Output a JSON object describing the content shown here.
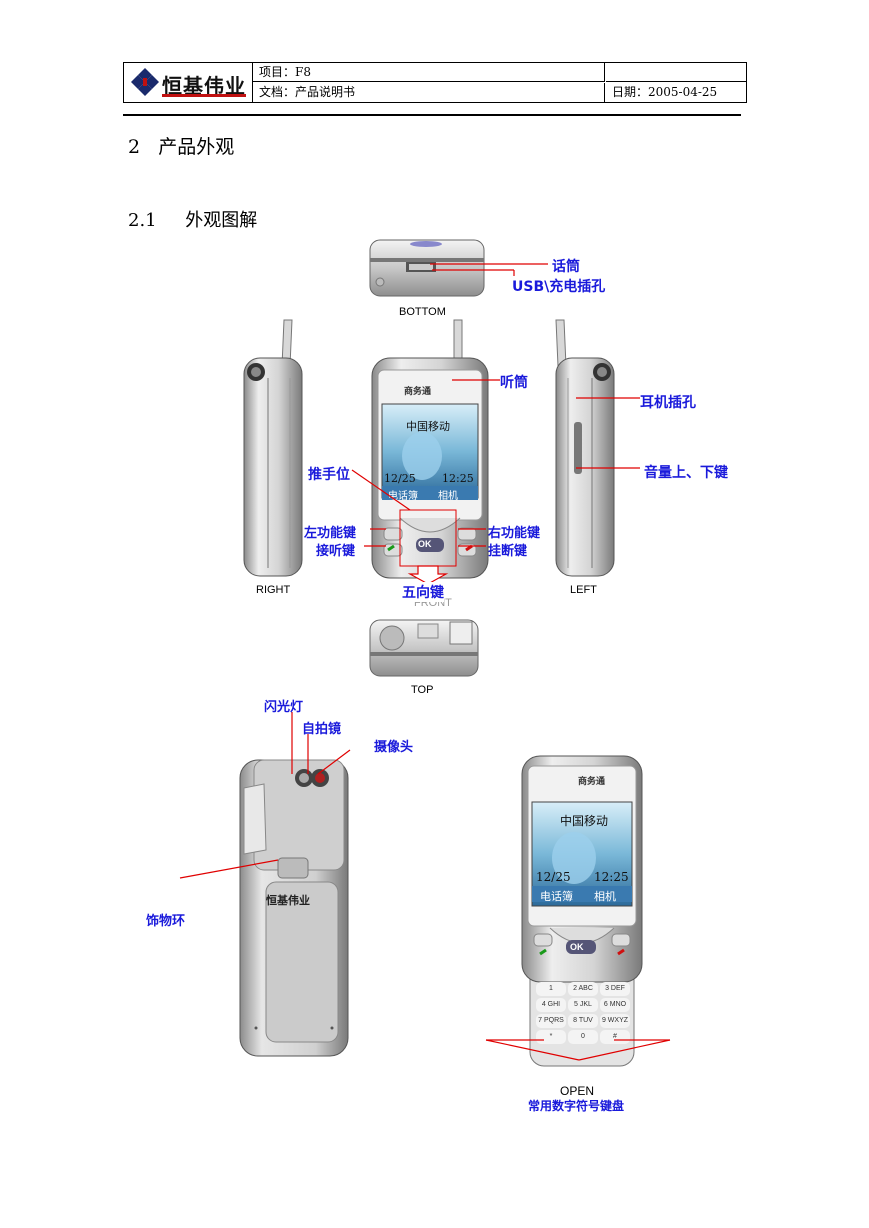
{
  "header": {
    "logo_text": "恒基伟业",
    "project": "项目：F8",
    "document": "文档：产品说明书",
    "date": "日期：2005-04-25"
  },
  "section": {
    "number": "2",
    "title": "产品外观"
  },
  "subsection": {
    "number": "2.1",
    "title": "外观图解"
  },
  "views": {
    "bottom": "BOTTOM",
    "right": "RIGHT",
    "front": "FRONT",
    "left": "LEFT",
    "top": "TOP",
    "open": "OPEN"
  },
  "labels": {
    "mic": "话筒",
    "usb": "USB\\充电插孔",
    "earpiece": "听筒",
    "headset": "耳机插孔",
    "volume": "音量上、下键",
    "slide_grip": "推手位",
    "left_soft": "左功能键",
    "right_soft": "右功能键",
    "call": "接听键",
    "end": "挂断键",
    "nav": "五向键",
    "flash": "闪光灯",
    "mirror": "自拍镜",
    "camera": "摄像头",
    "ring": "饰物环",
    "keypad": "常用数字符号键盘"
  },
  "screen": {
    "operator": "中国移动",
    "date": "12/25",
    "time": "12:25",
    "soft_left": "电话簿",
    "soft_right": "相机",
    "brand": "商务通",
    "ok": "OK",
    "back_logo": "恒基伟业"
  },
  "keypad": [
    "1",
    "2 ABC",
    "3 DEF",
    "4 GHI",
    "5 JKL",
    "6 MNO",
    "7 PQRS",
    "8 TUV",
    "9 WXYZ",
    "*",
    "0",
    "#"
  ],
  "colors": {
    "label_blue": "#1a1adb",
    "callout_red": "#e00000"
  }
}
